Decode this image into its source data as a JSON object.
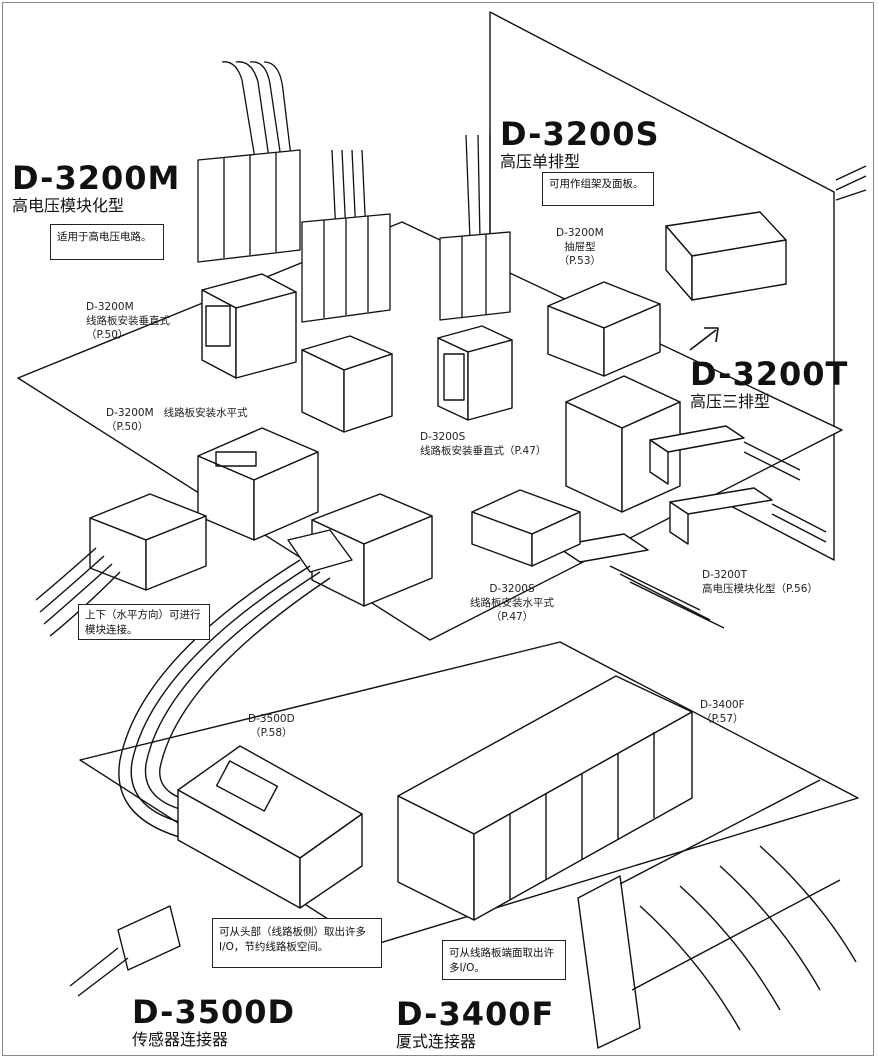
{
  "series": {
    "d3200m": {
      "name": "D-3200M",
      "desc": "高电压模块化型",
      "note": "适用于高电压电路。"
    },
    "d3200s": {
      "name": "D-3200S",
      "desc": "高压单排型",
      "note": "可用作组架及面板。"
    },
    "d3200t": {
      "name": "D-3200T",
      "desc": "高压三排型"
    },
    "d3500d": {
      "name": "D-3500D",
      "desc": "传感器连接器",
      "note": "可从头部（线路板侧）取出许多I/O，节约线路板空间。"
    },
    "d3400f": {
      "name": "D-3400F",
      "desc": "厦式连接器",
      "note": "可从线路板端面取出许多I/O。"
    }
  },
  "labels": {
    "m_pcb_vertical": {
      "model": "D-3200M",
      "desc": "线路板安装垂直式",
      "page": "（P.50）"
    },
    "m_pcb_horizontal": {
      "model": "D-3200M",
      "desc": "线路板安装水平式",
      "page": "（P.50）"
    },
    "m_drawer": {
      "model": "D-3200M",
      "desc": "抽屉型",
      "page": "（P.53）"
    },
    "s_pcb_vertical": {
      "model": "D-3200S",
      "desc": "线路板安装垂直式（P.47）"
    },
    "s_pcb_horizontal": {
      "model": "D-3200S",
      "desc": "线路板安装水平式",
      "page": "（P.47）"
    },
    "t_module": {
      "model": "D-3200T",
      "desc": "高电压模块化型（P.56）"
    },
    "d3500d_page": {
      "model": "D-3500D",
      "page": "（P.58）"
    },
    "d3400f_page": {
      "model": "D-3400F",
      "page": "（P.57）"
    },
    "modular_note": "上下（水平方向）可进行模块连接。"
  }
}
